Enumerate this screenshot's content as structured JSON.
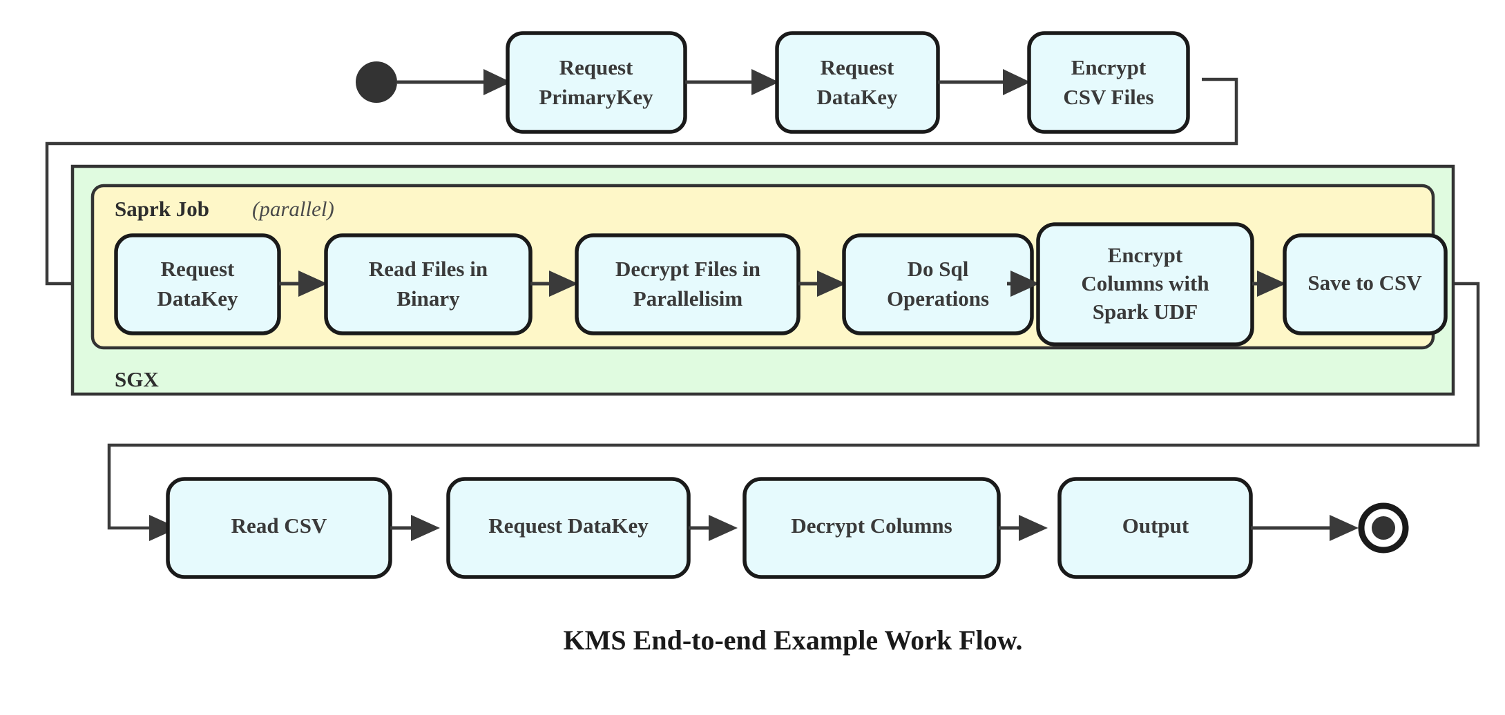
{
  "diagram": {
    "caption": "KMS End-to-end Example Work Flow.",
    "type": "uml-activity-diagram",
    "colors": {
      "node_fill": "#e6fafd",
      "node_stroke": "#1a1a1a",
      "sgx_group_fill": "#e0fbe0",
      "spark_group_fill": "#fef7c8",
      "group_stroke": "#333333",
      "edge_color": "#3a3a3a",
      "text_color": "#3a3a3a",
      "background": "#ffffff"
    },
    "start_node": {
      "name": "start",
      "shape": "filled-circle"
    },
    "end_node": {
      "name": "end",
      "shape": "ringed-filled-circle"
    },
    "rows": {
      "top": {
        "nodes": [
          {
            "id": "request-primarykey",
            "lines": [
              "Request",
              "PrimaryKey"
            ]
          },
          {
            "id": "request-datakey-top",
            "lines": [
              "Request",
              "DataKey"
            ]
          },
          {
            "id": "encrypt-csv-files",
            "lines": [
              "Encrypt",
              "CSV Files"
            ]
          }
        ]
      },
      "middle": {
        "outer_group_label": "SGX",
        "inner_group_label": "Saprk Job",
        "inner_group_qualifier": "(parallel)",
        "nodes": [
          {
            "id": "request-datakey-mid",
            "lines": [
              "Request",
              "DataKey"
            ]
          },
          {
            "id": "read-files-in-binary",
            "lines": [
              "Read Files in",
              "Binary"
            ]
          },
          {
            "id": "decrypt-files-in-parallelisim",
            "lines": [
              "Decrypt Files in",
              "Parallelisim"
            ]
          },
          {
            "id": "do-sql-operations",
            "lines": [
              "Do Sql",
              "Operations"
            ]
          },
          {
            "id": "encrypt-columns-with-spark-udf",
            "lines": [
              "Encrypt",
              "Columns with",
              "Spark UDF"
            ]
          },
          {
            "id": "save-to-csv",
            "lines": [
              "Save to CSV"
            ]
          }
        ]
      },
      "bottom": {
        "nodes": [
          {
            "id": "read-csv",
            "lines": [
              "Read CSV"
            ]
          },
          {
            "id": "request-datakey-bottom",
            "lines": [
              "Request DataKey"
            ]
          },
          {
            "id": "decrypt-columns",
            "lines": [
              "Decrypt Columns"
            ]
          },
          {
            "id": "output",
            "lines": [
              "Output"
            ]
          }
        ]
      }
    },
    "flow_sequence": [
      "start",
      "Request PrimaryKey",
      "Request DataKey",
      "Encrypt CSV Files",
      "Request DataKey",
      "Read Files in Binary",
      "Decrypt Files in Parallelisim",
      "Do Sql Operations",
      "Encrypt Columns with Spark UDF",
      "Save to CSV",
      "Read CSV",
      "Request DataKey",
      "Decrypt Columns",
      "Output",
      "end"
    ]
  }
}
